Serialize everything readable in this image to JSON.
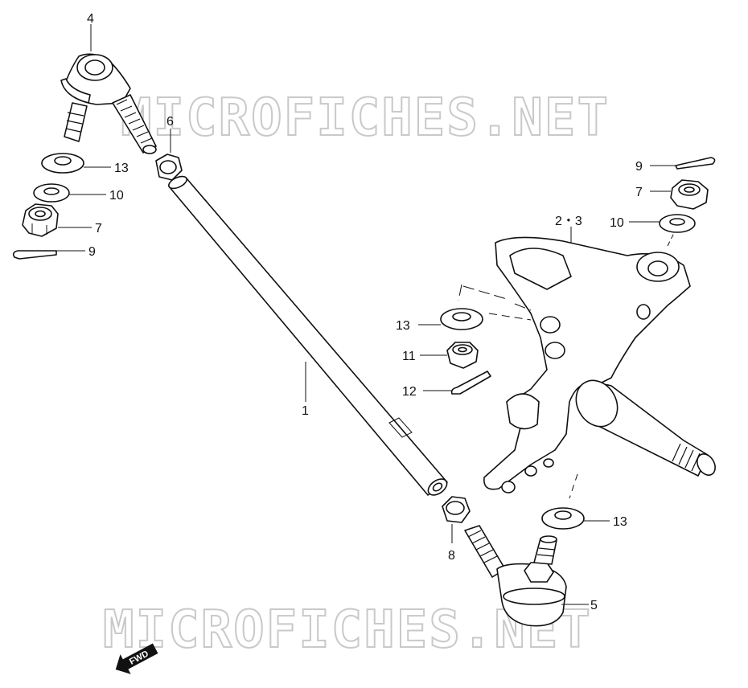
{
  "watermark": {
    "text": "MICROFICHES.NET",
    "color": "#c9c9c9"
  },
  "fwd_label": "FWD",
  "callouts": {
    "tie_rod": "1",
    "knuckle": "2・3",
    "end_left": "4",
    "end_right": "5",
    "nut_left": "6",
    "castle_nut_left": "7",
    "castle_nut_right": "7",
    "nut_right": "8",
    "pin_left": "9",
    "pin_right": "9",
    "washer_left": "10",
    "washer_right": "10",
    "arm_nut": "11",
    "arm_pin": "12",
    "spacer_left": "13",
    "spacer_arm": "13",
    "spacer_right": "13"
  }
}
